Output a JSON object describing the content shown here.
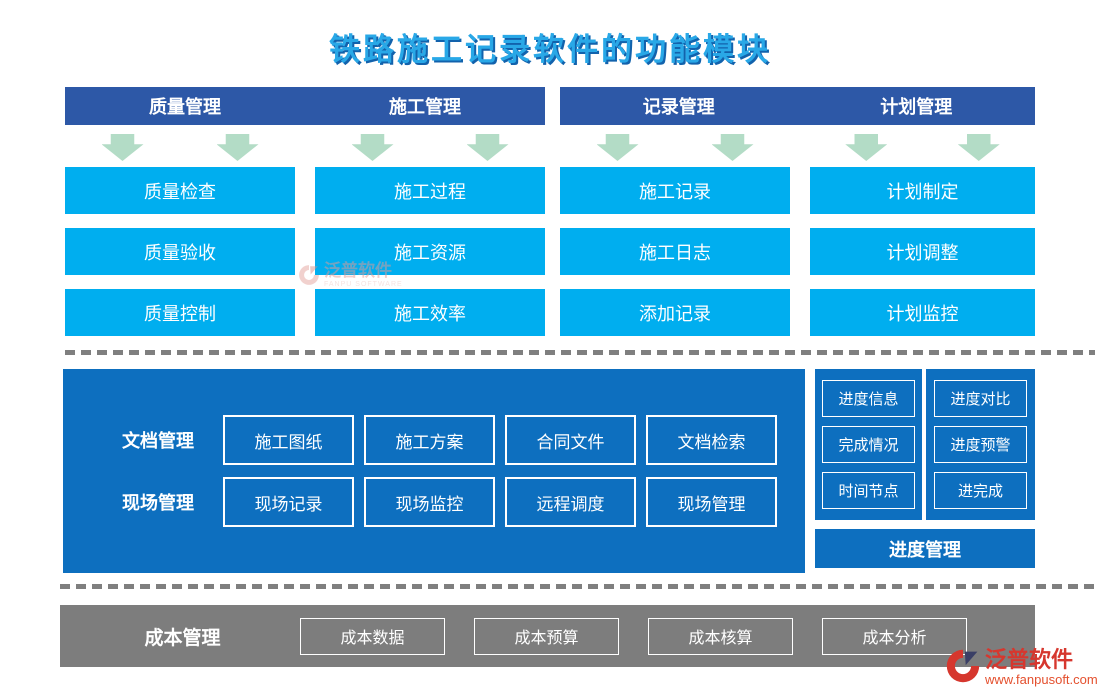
{
  "title": "铁路施工记录软件的功能模块",
  "top": {
    "groups": [
      {
        "header": "质量管理",
        "items": [
          "质量检查",
          "质量验收",
          "质量控制"
        ]
      },
      {
        "header": "施工管理",
        "items": [
          "施工过程",
          "施工资源",
          "施工效率"
        ]
      },
      {
        "header": "记录管理",
        "items": [
          "施工记录",
          "施工日志",
          "添加记录"
        ]
      },
      {
        "header": "计划管理",
        "items": [
          "计划制定",
          "计划调整",
          "计划监控"
        ]
      }
    ]
  },
  "middle": {
    "rows": [
      {
        "label": "文档管理",
        "items": [
          "施工图纸",
          "施工方案",
          "合同文件",
          "文档检索"
        ]
      },
      {
        "label": "现场管理",
        "items": [
          "现场记录",
          "现场监控",
          "远程调度",
          "现场管理"
        ]
      }
    ],
    "progress": {
      "col1": [
        "进度信息",
        "完成情况",
        "时间节点"
      ],
      "col2": [
        "进度对比",
        "进度预警",
        "进完成"
      ],
      "footer": "进度管理"
    }
  },
  "bottom": {
    "label": "成本管理",
    "items": [
      "成本数据",
      "成本预算",
      "成本核算",
      "成本分析"
    ]
  },
  "watermark": {
    "text": "泛普软件",
    "subtext": "FANPU SOFTWARE"
  },
  "logo": {
    "name": "泛普软件",
    "url": "www.fanpusoft.com"
  },
  "colors": {
    "title_blue": "#29a8e7",
    "title_shadow": "#1262ac",
    "header_navy": "#2d58a7",
    "module_cyan": "#00aeef",
    "panel_blue": "#0d6fbf",
    "arrow_green": "#b3dcc6",
    "cost_gray": "#7d7d7d",
    "logo_red": "#d6372e"
  }
}
